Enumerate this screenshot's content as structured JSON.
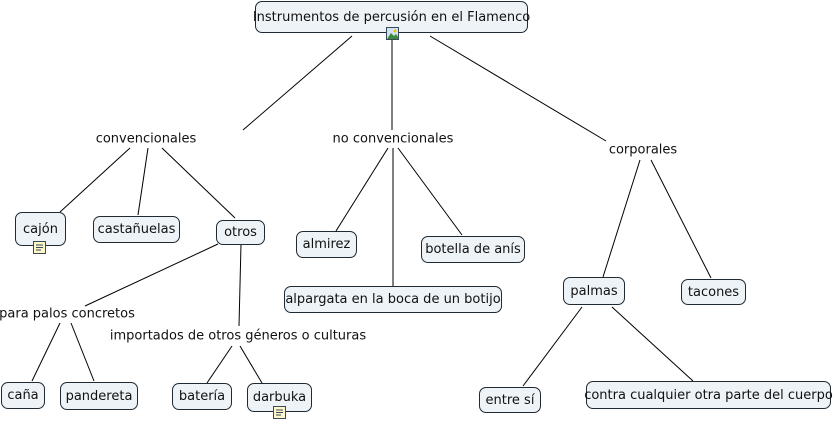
{
  "root": {
    "title": "Instrumentos de percusión en el Flamenco",
    "image_icon": "image-icon"
  },
  "categories": {
    "convencionales": "convencionales",
    "no_convencionales": "no convencionales",
    "corporales": "corporales"
  },
  "concepts": {
    "cajon": "cajón",
    "castanuelas": "castañuelas",
    "otros": "otros",
    "almirez": "almirez",
    "botella": "botella de anís",
    "alpargata": "alpargata en la boca de un botijo",
    "palmas": "palmas",
    "tacones": "tacones",
    "cana": "caña",
    "pandereta": "pandereta",
    "bateria": "batería",
    "darbuka": "darbuka",
    "entre_si": "entre sí",
    "contra": "contra cualquier otra parte del cuerpo"
  },
  "link_phrases": {
    "palos": "para palos concretos",
    "importados": "importados de otros géneros o culturas"
  },
  "resource_icons": {
    "cajon": "document-icon",
    "darbuka": "document-icon"
  }
}
